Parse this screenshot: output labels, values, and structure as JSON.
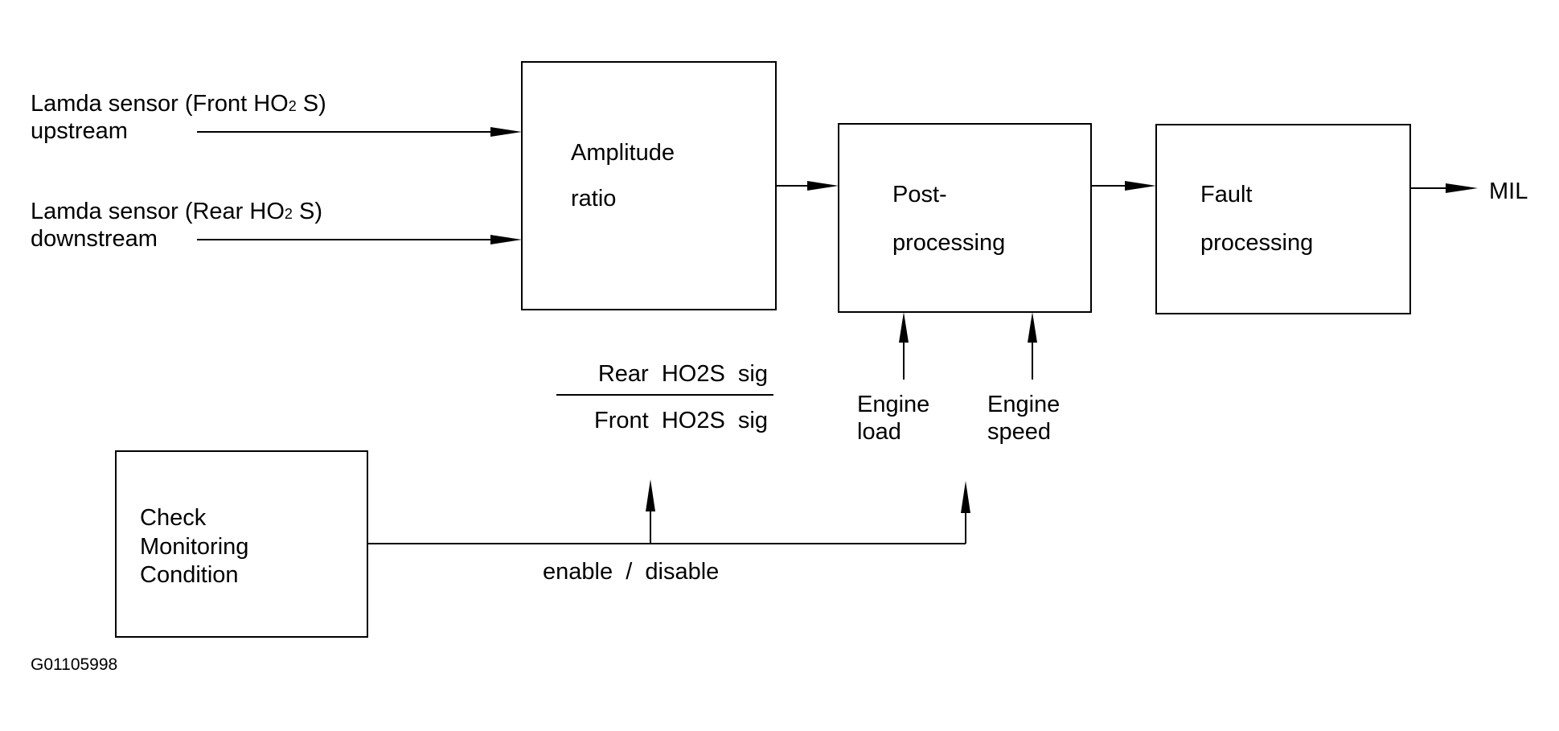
{
  "inputs": {
    "front": {
      "line1": "Lamda sensor (Front HO",
      "sub": "2",
      "line1_tail": " S)",
      "line2": "upstream"
    },
    "rear": {
      "line1": "Lamda sensor (Rear HO",
      "sub": "2",
      "line1_tail": " S)",
      "line2": "downstream"
    }
  },
  "blocks": {
    "amplitude": {
      "line1": "Amplitude",
      "line2": "ratio"
    },
    "post": {
      "line1": "Post-",
      "line2": "processing"
    },
    "fault": {
      "line1": "Fault",
      "line2": "processing"
    },
    "check": {
      "line1": "Check",
      "line2": "Monitoring",
      "line3": "Condition"
    }
  },
  "ratio": {
    "numerator": "Rear  HO2S  sig",
    "denominator": "Front  HO2S  sig"
  },
  "engine_load": {
    "line1": "Engine",
    "line2": "load"
  },
  "engine_speed": {
    "line1": "Engine",
    "line2": "speed"
  },
  "output": "MIL",
  "enable_label": "enable  /  disable",
  "figure_id": "G01105998"
}
